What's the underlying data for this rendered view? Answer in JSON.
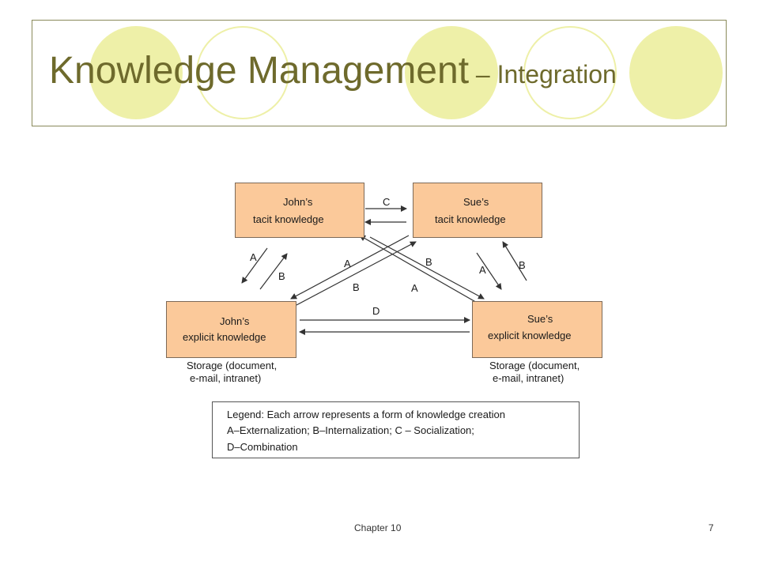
{
  "slide": {
    "title_main": "Knowledge Management",
    "title_sub": "– Integration",
    "footer_left": "Chapter 10",
    "page_number": "7"
  },
  "diagram": {
    "nodes": {
      "john_tacit": {
        "line1": "John’s",
        "line2": "tacit knowledge"
      },
      "sue_tacit": {
        "line1": "Sue’s",
        "line2": "tacit knowledge"
      },
      "john_explicit": {
        "line1": "John’s",
        "line2": "explicit knowledge"
      },
      "sue_explicit": {
        "line1": "Sue’s",
        "line2": "explicit knowledge"
      }
    },
    "storage_notes": {
      "john": {
        "line1": "Storage (document,",
        "line2": "e-mail, intranet)"
      },
      "sue": {
        "line1": "Storage (document,",
        "line2": "e-mail, intranet)"
      }
    },
    "arrow_labels": {
      "c_top": "C",
      "a_left": "A",
      "b_left": "B",
      "a_center_upper": "A",
      "b_center_upper": "B",
      "b_center_lower": "B",
      "a_center_lower": "A",
      "a_right": "A",
      "b_right": "B",
      "d_bottom": "D"
    },
    "legend": {
      "line1": "Legend:  Each arrow represents a form of knowledge creation",
      "line2": "A–Externalization;  B–Internalization;  C – Socialization;",
      "line3": "D–Combination"
    }
  }
}
